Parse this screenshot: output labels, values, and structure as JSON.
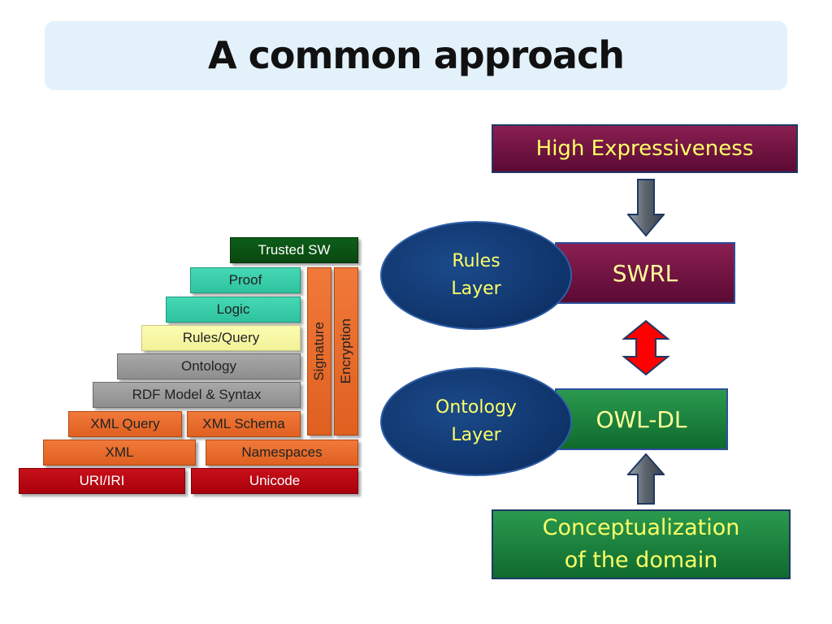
{
  "title": "A common approach",
  "stack": {
    "trusted_sw": "Trusted SW",
    "proof": "Proof",
    "logic": "Logic",
    "rules_query": "Rules/Query",
    "ontology": "Ontology",
    "rdf": "RDF Model & Syntax",
    "xml_query": "XML Query",
    "xml_schema": "XML Schema",
    "xml": "XML",
    "namespaces": "Namespaces",
    "uri": "URI/IRI",
    "unicode": "Unicode",
    "signature": "Signature",
    "encryption": "Encryption"
  },
  "right": {
    "high_expressiveness": "High Expressiveness",
    "rules_layer_line1": "Rules",
    "rules_layer_line2": "Layer",
    "swrl": "SWRL",
    "ontology_layer_line1": "Ontology",
    "ontology_layer_line2": "Layer",
    "owl_dl": "OWL-DL",
    "conceptualization_line1": "Conceptualization",
    "conceptualization_line2": "of the domain"
  },
  "colors": {
    "title_bg": "#e3f1fb",
    "maroon": "#6e1440",
    "green": "#1f7f3c",
    "navy": "#0a2a5c",
    "label_yellow": "#ffff66",
    "double_arrow_red": "#ff0000"
  }
}
